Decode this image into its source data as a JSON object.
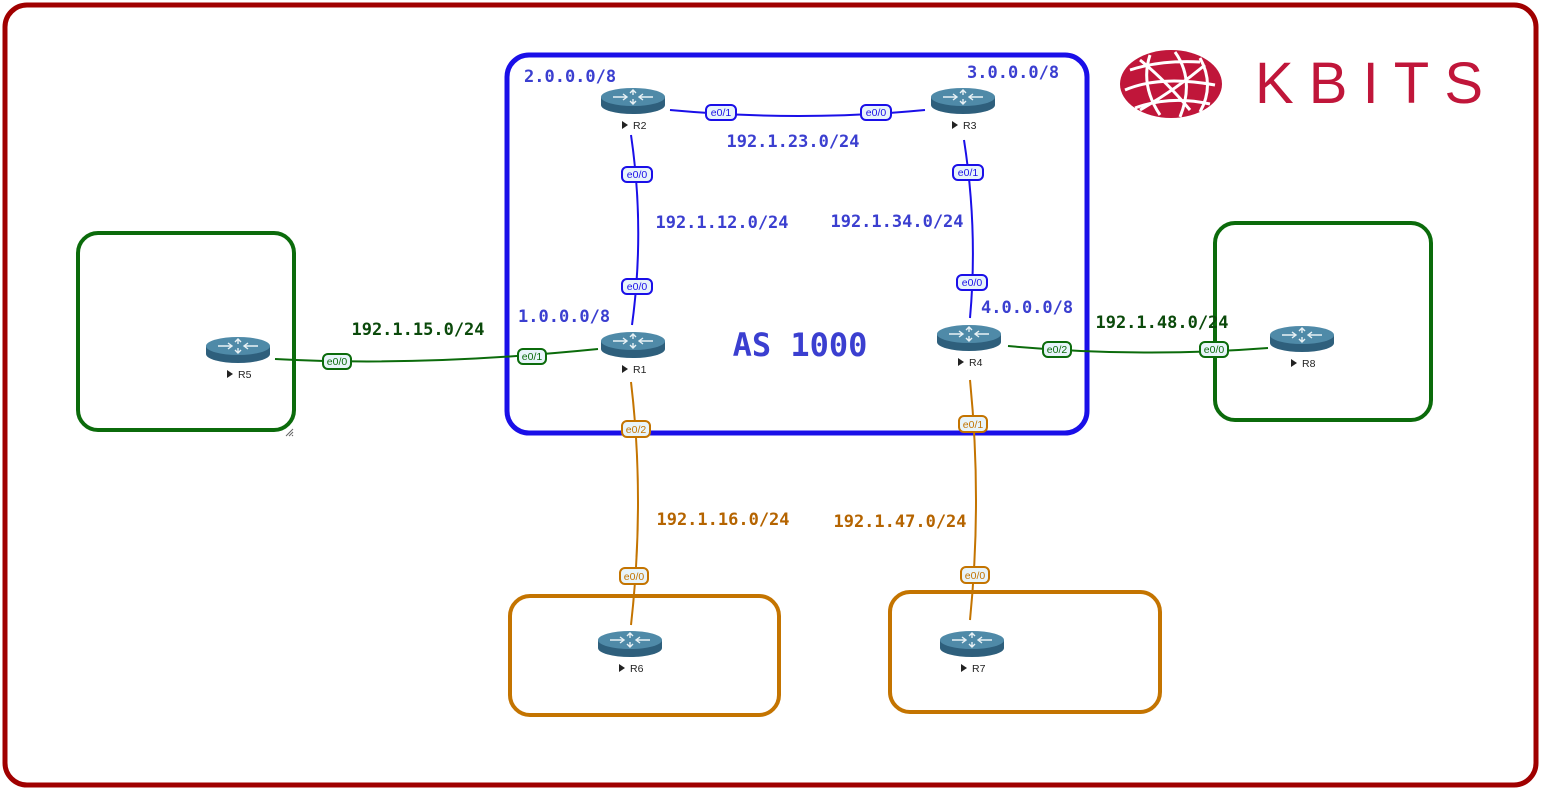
{
  "colors": {
    "frame": "#a00000",
    "as_box": "#1a0fe8",
    "green": "#0b6b0b",
    "orange": "#c47400",
    "blue_text": "#3b3fd0",
    "green_text": "#0b4a0b",
    "orange_text": "#b56400",
    "logo": "#c0163a",
    "router_top": "#4f8aa8",
    "router_side": "#2e5f7c",
    "badge_fill": "#e8f4fa"
  },
  "logo": {
    "text": "KBITS"
  },
  "as_label": "AS 1000",
  "routers": [
    {
      "id": "R1",
      "label": "R1",
      "network": "1.0.0.0/8"
    },
    {
      "id": "R2",
      "label": "R2",
      "network": "2.0.0.0/8"
    },
    {
      "id": "R3",
      "label": "R3",
      "network": "3.0.0.0/8"
    },
    {
      "id": "R4",
      "label": "R4",
      "network": "4.0.0.0/8"
    },
    {
      "id": "R5",
      "label": "R5"
    },
    {
      "id": "R6",
      "label": "R6"
    },
    {
      "id": "R7",
      "label": "R7"
    },
    {
      "id": "R8",
      "label": "R8"
    }
  ],
  "links": [
    {
      "id": "r2-r3",
      "subnet": "192.1.23.0/24",
      "a_if": "e0/1",
      "b_if": "e0/0",
      "color": "blue"
    },
    {
      "id": "r1-r2",
      "subnet": "192.1.12.0/24",
      "a_if": "e0/0",
      "b_if": "e0/0",
      "color": "blue"
    },
    {
      "id": "r3-r4",
      "subnet": "192.1.34.0/24",
      "a_if": "e0/1",
      "b_if": "e0/0",
      "color": "blue"
    },
    {
      "id": "r5-r1",
      "subnet": "192.1.15.0/24",
      "a_if": "e0/0",
      "b_if": "e0/1",
      "color": "green"
    },
    {
      "id": "r4-r8",
      "subnet": "192.1.48.0/24",
      "a_if": "e0/2",
      "b_if": "e0/0",
      "color": "green"
    },
    {
      "id": "r1-r6",
      "subnet": "192.1.16.0/24",
      "a_if": "e0/2",
      "b_if": "e0/0",
      "color": "orange"
    },
    {
      "id": "r4-r7",
      "subnet": "192.1.47.0/24",
      "a_if": "e0/1",
      "b_if": "e0/0",
      "color": "orange"
    }
  ]
}
